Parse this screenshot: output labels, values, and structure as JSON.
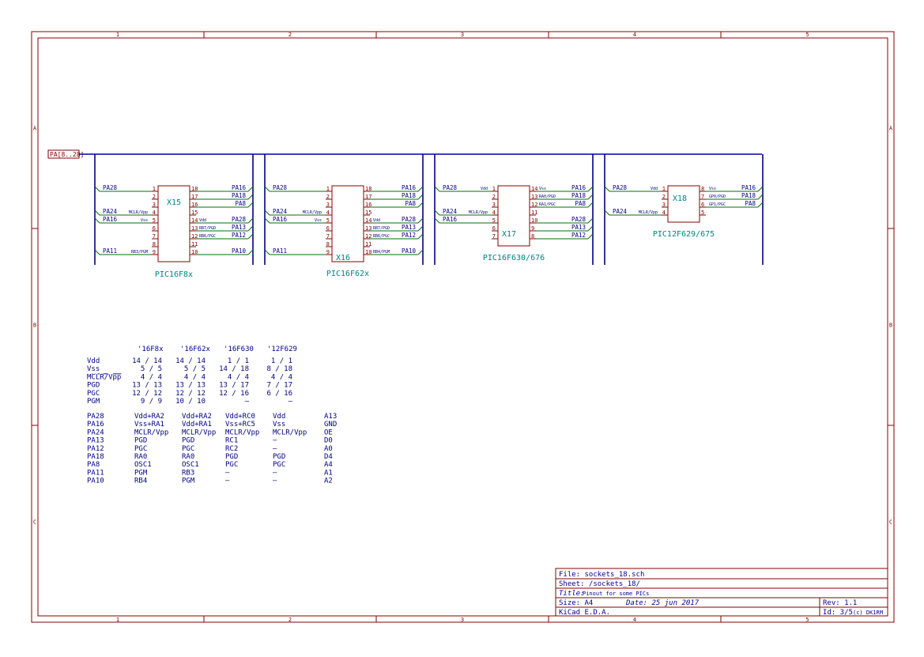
{
  "colors": {
    "border": "#840000",
    "wire": "#000084",
    "net": "#007000",
    "ref": "#008484",
    "text": "#000084"
  },
  "frame": {
    "cols": [
      "1",
      "2",
      "3",
      "4",
      "5"
    ],
    "rows": [
      "A",
      "B",
      "C"
    ]
  },
  "bus_label": "PA[8..28]",
  "components": [
    {
      "ref": "X15",
      "value": "PIC16F8x",
      "left": [
        {
          "num": "1",
          "net": "PA28",
          "fn": ""
        },
        {
          "num": "2",
          "net": "",
          "fn": ""
        },
        {
          "num": "3",
          "net": "",
          "fn": ""
        },
        {
          "num": "4",
          "net": "PA24",
          "fn": "MCLR/Vpp"
        },
        {
          "num": "5",
          "net": "PA16",
          "fn": "Vss"
        },
        {
          "num": "6",
          "net": "",
          "fn": ""
        },
        {
          "num": "7",
          "net": "",
          "fn": ""
        },
        {
          "num": "8",
          "net": "",
          "fn": ""
        },
        {
          "num": "9",
          "net": "PA11",
          "fn": "RB3/PGM"
        }
      ],
      "right": [
        {
          "num": "18",
          "net": "PA16",
          "fn": ""
        },
        {
          "num": "17",
          "net": "PA18",
          "fn": ""
        },
        {
          "num": "16",
          "net": "PA8",
          "fn": ""
        },
        {
          "num": "15",
          "net": "",
          "fn": ""
        },
        {
          "num": "14",
          "net": "PA28",
          "fn": "Vdd"
        },
        {
          "num": "13",
          "net": "PA13",
          "fn": "RB7/PGD"
        },
        {
          "num": "12",
          "net": "PA12",
          "fn": "RB6/PGC"
        },
        {
          "num": "11",
          "net": "",
          "fn": ""
        },
        {
          "num": "10",
          "net": "PA10",
          "fn": ""
        }
      ]
    },
    {
      "ref": "X16",
      "value": "PIC16F62x",
      "left": [
        {
          "num": "1",
          "net": "PA28",
          "fn": ""
        },
        {
          "num": "2",
          "net": "",
          "fn": ""
        },
        {
          "num": "3",
          "net": "",
          "fn": ""
        },
        {
          "num": "4",
          "net": "PA24",
          "fn": "MCLR/Vpp"
        },
        {
          "num": "5",
          "net": "PA16",
          "fn": "Vss"
        },
        {
          "num": "6",
          "net": "",
          "fn": ""
        },
        {
          "num": "7",
          "net": "",
          "fn": ""
        },
        {
          "num": "8",
          "net": "",
          "fn": ""
        },
        {
          "num": "9",
          "net": "PA11",
          "fn": ""
        }
      ],
      "right": [
        {
          "num": "18",
          "net": "PA16",
          "fn": ""
        },
        {
          "num": "17",
          "net": "PA18",
          "fn": ""
        },
        {
          "num": "16",
          "net": "PA8",
          "fn": ""
        },
        {
          "num": "15",
          "net": "",
          "fn": ""
        },
        {
          "num": "14",
          "net": "PA28",
          "fn": "Vdd"
        },
        {
          "num": "13",
          "net": "PA13",
          "fn": "RB7/PGD"
        },
        {
          "num": "12",
          "net": "PA12",
          "fn": "RB6/PGC"
        },
        {
          "num": "11",
          "net": "",
          "fn": ""
        },
        {
          "num": "10",
          "net": "PA10",
          "fn": "RB4/PGM"
        }
      ]
    },
    {
      "ref": "X17",
      "value": "PIC16F630/676",
      "left": [
        {
          "num": "1",
          "net": "PA28",
          "fn": "Vdd"
        },
        {
          "num": "2",
          "net": "",
          "fn": ""
        },
        {
          "num": "3",
          "net": "",
          "fn": ""
        },
        {
          "num": "4",
          "net": "PA24",
          "fn": "MCLR/Vpp"
        },
        {
          "num": "5",
          "net": "PA16",
          "fn": ""
        },
        {
          "num": "6",
          "net": "",
          "fn": ""
        },
        {
          "num": "7",
          "net": "",
          "fn": ""
        }
      ],
      "right": [
        {
          "num": "14",
          "net": "PA16",
          "fn": "Vss"
        },
        {
          "num": "13",
          "net": "PA18",
          "fn": "RA0/PGD"
        },
        {
          "num": "12",
          "net": "PA8",
          "fn": "RA1/PGC"
        },
        {
          "num": "11",
          "net": "",
          "fn": ""
        },
        {
          "num": "10",
          "net": "PA28",
          "fn": ""
        },
        {
          "num": "9",
          "net": "PA13",
          "fn": ""
        },
        {
          "num": "8",
          "net": "PA12",
          "fn": ""
        }
      ]
    },
    {
      "ref": "X18",
      "value": "PIC12F629/675",
      "left": [
        {
          "num": "1",
          "net": "PA28",
          "fn": "Vdd"
        },
        {
          "num": "2",
          "net": "",
          "fn": ""
        },
        {
          "num": "3",
          "net": "",
          "fn": ""
        },
        {
          "num": "4",
          "net": "PA24",
          "fn": "MCLR/Vpp"
        }
      ],
      "right": [
        {
          "num": "8",
          "net": "PA16",
          "fn": "Vss"
        },
        {
          "num": "7",
          "net": "PA18",
          "fn": "GP0/PGD"
        },
        {
          "num": "6",
          "net": "PA8",
          "fn": "GP1/PGC"
        },
        {
          "num": "5",
          "net": "",
          "fn": ""
        }
      ]
    }
  ],
  "pin_table": {
    "headers": [
      "'16F8x",
      "'16F62x",
      "'16F630",
      "'12F629"
    ],
    "rows": [
      {
        "label": "Vdd",
        "vals": [
          "14 / 14",
          "14 / 14",
          "1 /  1",
          "1 /  1"
        ]
      },
      {
        "label": "Vss",
        "vals": [
          "5 /  5",
          "5 /  5",
          "14 / 18",
          "8 / 18"
        ]
      },
      {
        "label": "MCLR/Vpp",
        "vals": [
          "4 /  4",
          "4 /  4",
          "4 /  4",
          "4 /  4"
        ]
      },
      {
        "label": "PGD",
        "vals": [
          "13 / 13",
          "13 / 13",
          "13 / 17",
          "7 / 17"
        ]
      },
      {
        "label": "PGC",
        "vals": [
          "12 / 12",
          "12 / 12",
          "12 / 16",
          "6 / 16"
        ]
      },
      {
        "label": "PGM",
        "vals": [
          "9 /  9",
          "10 / 10",
          "–",
          "–"
        ]
      }
    ]
  },
  "net_table": {
    "rows": [
      {
        "net": "PA28",
        "vals": [
          "Vdd+RA2",
          "Vdd+RA2",
          "Vdd+RC0",
          "Vdd",
          "A13"
        ]
      },
      {
        "net": "PA16",
        "vals": [
          "Vss+RA1",
          "Vdd+RA1",
          "Vss+RC5",
          "Vss",
          "GND"
        ]
      },
      {
        "net": "PA24",
        "vals": [
          "MCLR/Vpp",
          "MCLR/Vpp",
          "MCLR/Vpp",
          "MCLR/Vpp",
          "OE"
        ]
      },
      {
        "net": "PA13",
        "vals": [
          "PGD",
          "PGD",
          "RC1",
          "–",
          "D0"
        ]
      },
      {
        "net": "PA12",
        "vals": [
          "PGC",
          "PGC",
          "RC2",
          "–",
          "A0"
        ]
      },
      {
        "net": "PA18",
        "vals": [
          "RA0",
          "RA0",
          "PGD",
          "PGD",
          "D4"
        ]
      },
      {
        "net": "PA8",
        "vals": [
          "OSC1",
          "OSC1",
          "PGC",
          "PGC",
          "A4"
        ]
      },
      {
        "net": "PA11",
        "vals": [
          "PGM",
          "RB3",
          "–",
          "–",
          "A1"
        ]
      },
      {
        "net": "PA10",
        "vals": [
          "RB4",
          "PGM",
          "–",
          "–",
          "A2"
        ]
      }
    ]
  },
  "title_block": {
    "file": "File: sockets_18.sch",
    "sheet": "Sheet: /sockets_18/",
    "title_label": "Title:",
    "title": "Pinout for some PICs",
    "size": "Size: A4",
    "date": "Date: 25 jun 2017",
    "rev": "Rev: 1.1",
    "tool": "KiCad E.D.A.",
    "id": "Id: 3/5",
    "copyright": "(c) DK1RM"
  }
}
